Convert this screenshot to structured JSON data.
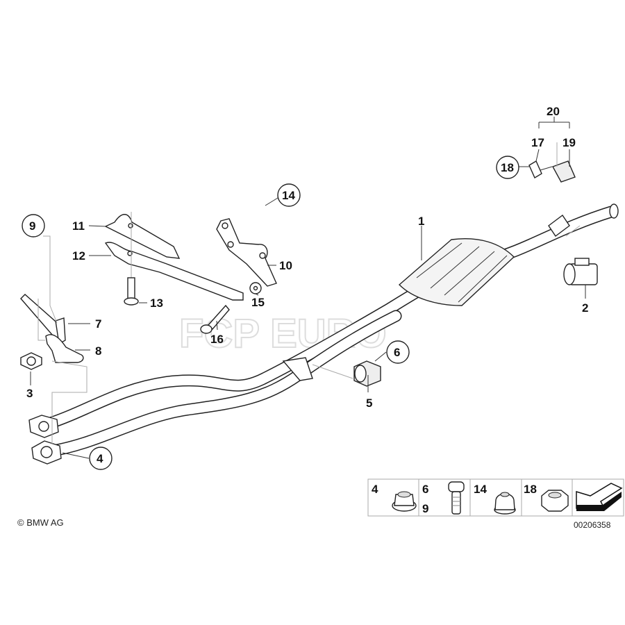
{
  "diagram": {
    "callouts": {
      "c1": "1",
      "c2": "2",
      "c3": "3",
      "c4": "4",
      "c5": "5",
      "c6": "6",
      "c7": "7",
      "c8": "8",
      "c9": "9",
      "c10": "10",
      "c11": "11",
      "c12": "12",
      "c13": "13",
      "c14": "14",
      "c15": "15",
      "c16": "16",
      "c17": "17",
      "c18": "18",
      "c19": "19",
      "c20": "20"
    },
    "watermark": "FCP EURO",
    "copyright": "© BMW AG",
    "diagram_number": "00206358"
  },
  "legend": {
    "items": [
      {
        "labels": [
          "4"
        ],
        "icon": "flange-nut-icon"
      },
      {
        "labels": [
          "6",
          "9"
        ],
        "icon": "hex-bolt-icon"
      },
      {
        "labels": [
          "14"
        ],
        "icon": "cap-nut-icon"
      },
      {
        "labels": [
          "18"
        ],
        "icon": "hex-nut-icon"
      },
      {
        "labels": [],
        "icon": "direction-arrow-icon"
      }
    ]
  }
}
